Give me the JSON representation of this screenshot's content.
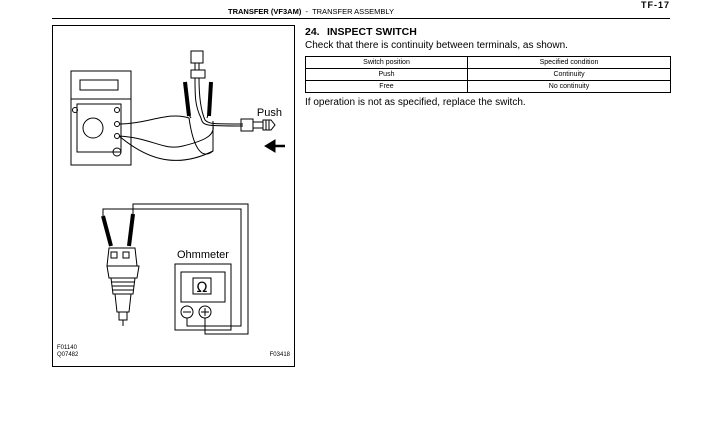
{
  "header": {
    "section_bold": "TRANSFER (VF3AM)",
    "separator": "-",
    "section_sub": "TRANSFER ASSEMBLY",
    "page_number": "TF-17"
  },
  "figure": {
    "push_label": "Push",
    "ohmmeter_label": "Ohmmeter",
    "omega_symbol": "Ω",
    "code_top": "F01140",
    "code_bottom": "Q07482",
    "code_right": "F03418"
  },
  "step": {
    "number": "24.",
    "title": "INSPECT SWITCH",
    "instruction": "Check that there is continuity between terminals, as shown."
  },
  "table": {
    "headers": [
      "Switch position",
      "Specified condition"
    ],
    "rows": [
      [
        "Push",
        "Continuity"
      ],
      [
        "Free",
        "No continuity"
      ]
    ]
  },
  "note": "If operation is not as specified, replace the switch."
}
